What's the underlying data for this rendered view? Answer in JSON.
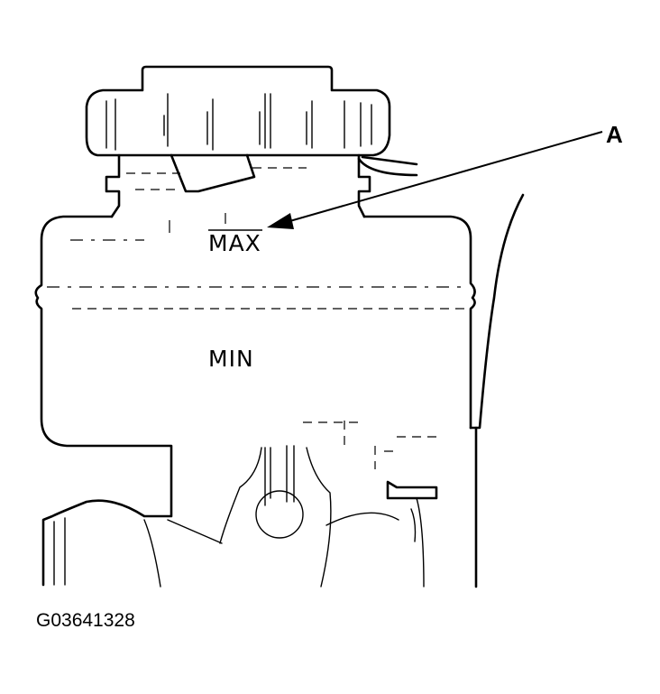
{
  "callout_label": "A",
  "max_label": "MAX",
  "min_label": "MIN",
  "figure_id": "G03641328"
}
